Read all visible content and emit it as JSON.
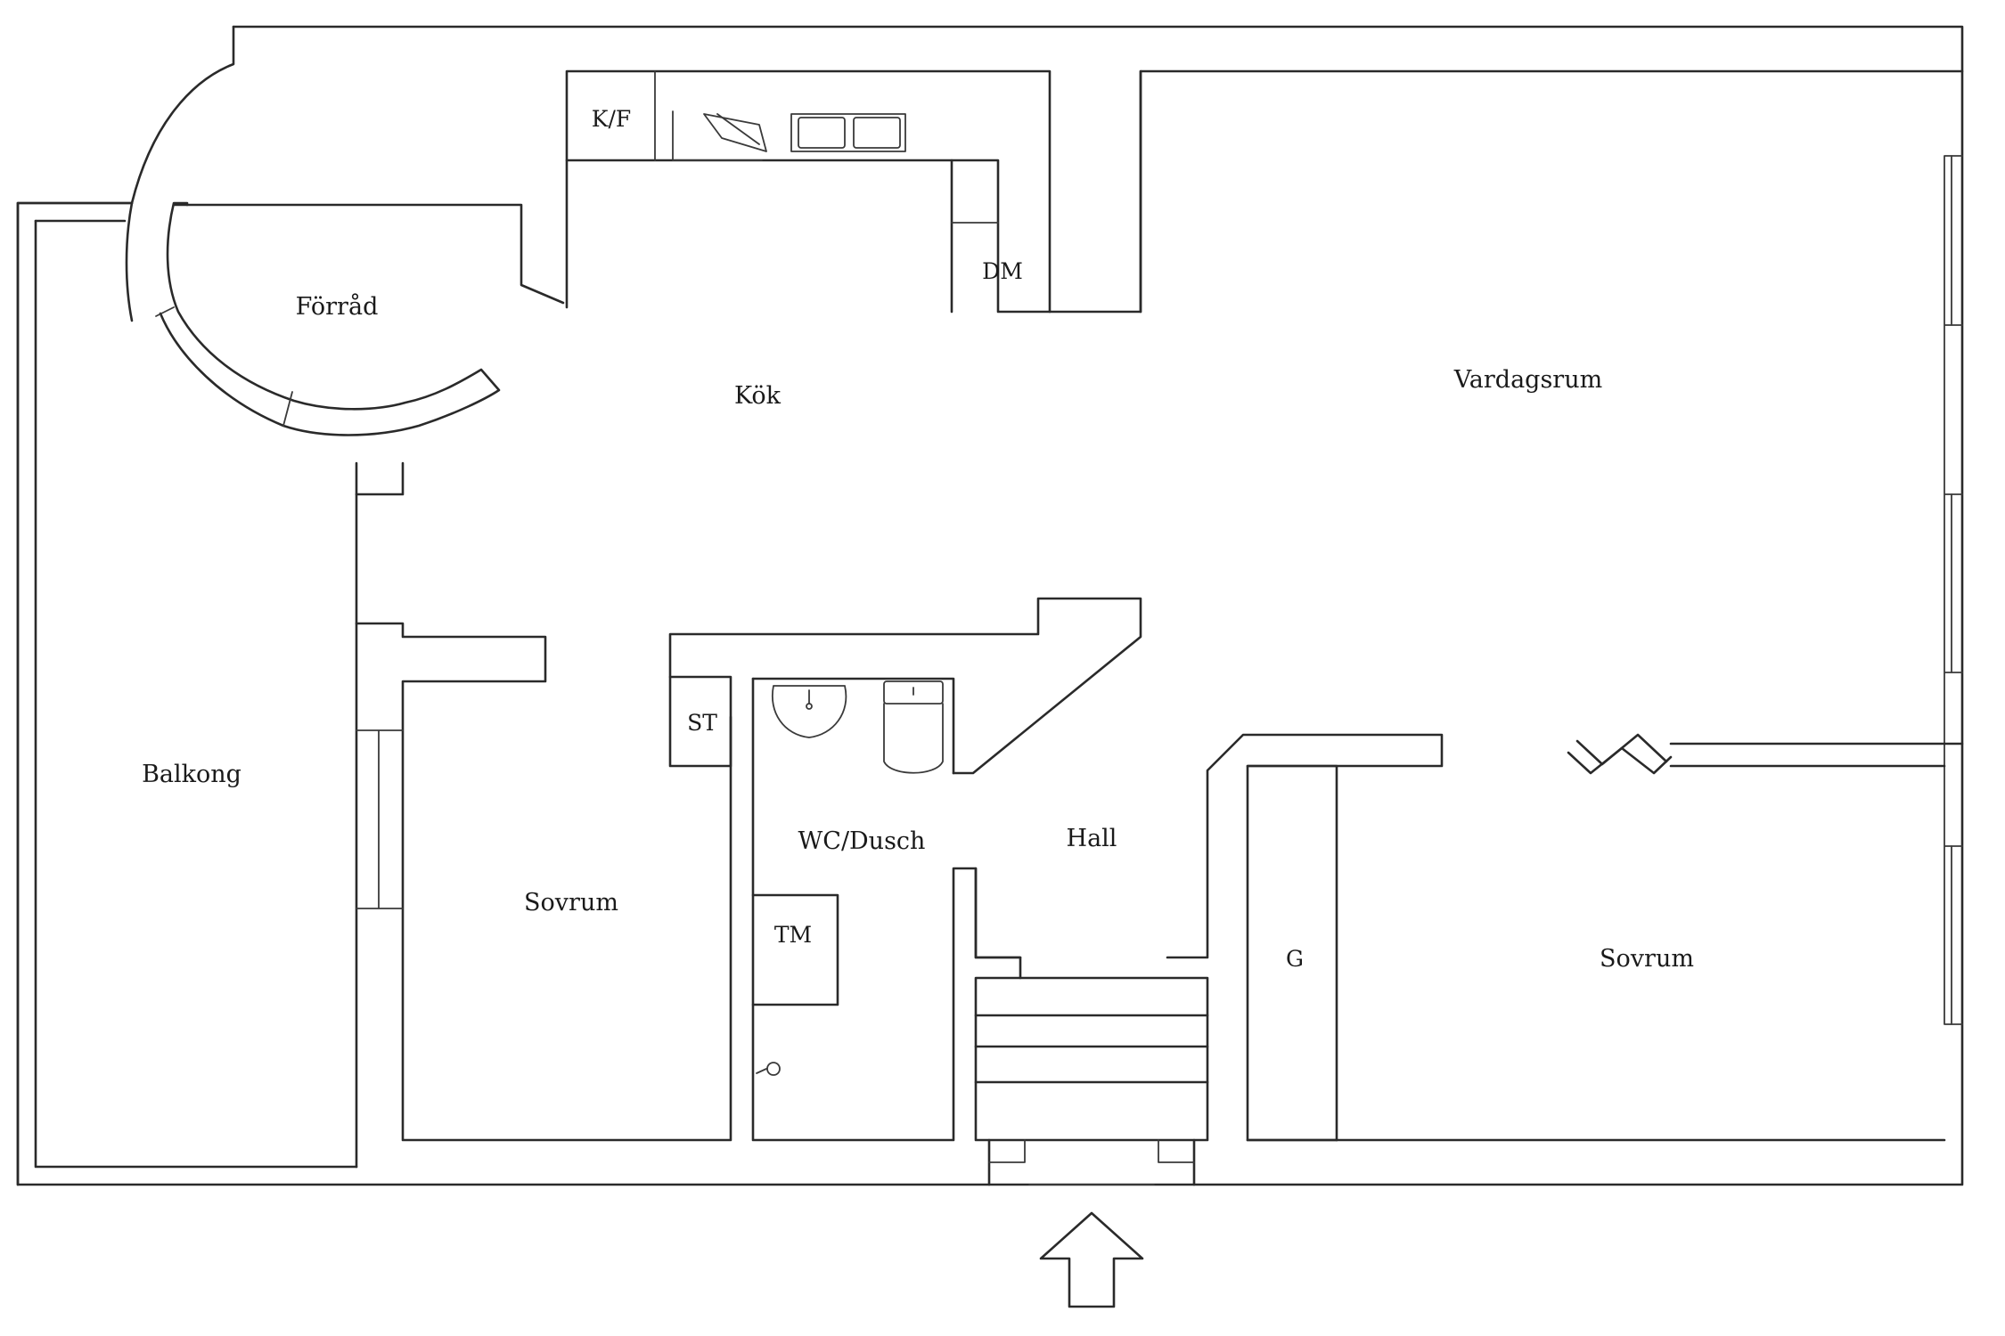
{
  "rooms": {
    "storage": "Förråd",
    "kitchen": "Kök",
    "living_room": "Vardagsrum",
    "balcony": "Balkong",
    "bedroom_left": "Sovrum",
    "bathroom": "WC/Dusch",
    "hall": "Hall",
    "bedroom_right": "Sovrum"
  },
  "fixtures": {
    "fridge_freezer": "K/F",
    "dishwasher": "DM",
    "cabinet": "ST",
    "washing_machine": "TM",
    "wardrobe": "G"
  },
  "icons": {
    "entrance": "entrance-arrow-icon",
    "sink": "washbasin-icon",
    "toilet": "toilet-icon",
    "shower": "shower-icon",
    "kitchen_sink": "kitchen-sink-icon",
    "stove": "stove-icon"
  },
  "colors": {
    "line": "#2a2a2a",
    "background": "#ffffff"
  }
}
